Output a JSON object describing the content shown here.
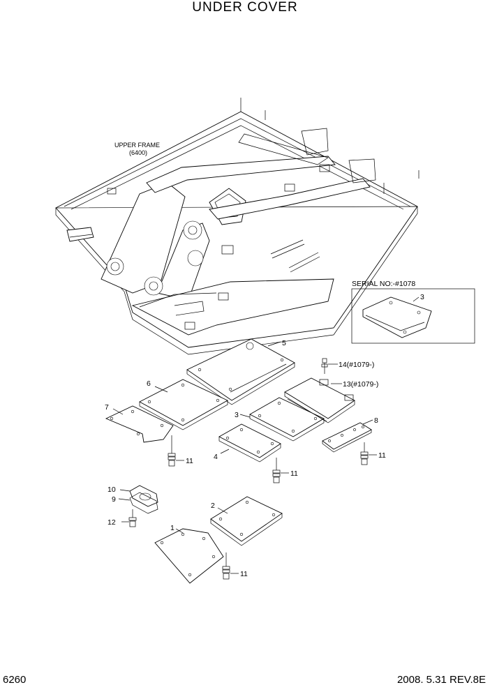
{
  "header": {
    "title": "UNDER COVER"
  },
  "footer": {
    "page_code": "6260",
    "date_rev": "2008. 5.31  REV.8E"
  },
  "diagram": {
    "frame_label_line1": "UPPER FRAME",
    "frame_label_line2": "(6400)",
    "serial_label": "SERIAL NO:-#1078",
    "callouts": {
      "p1": "1",
      "p2": "2",
      "p3": "3",
      "p3_inset": "3",
      "p4": "4",
      "p5": "5",
      "p6": "6",
      "p7": "7",
      "p8": "8",
      "p9": "9",
      "p10": "10",
      "p11_a": "11",
      "p11_b": "11",
      "p11_c": "11",
      "p11_d": "11",
      "p12": "12",
      "p13": "13(#1079-)",
      "p14": "14(#1079-)"
    }
  }
}
